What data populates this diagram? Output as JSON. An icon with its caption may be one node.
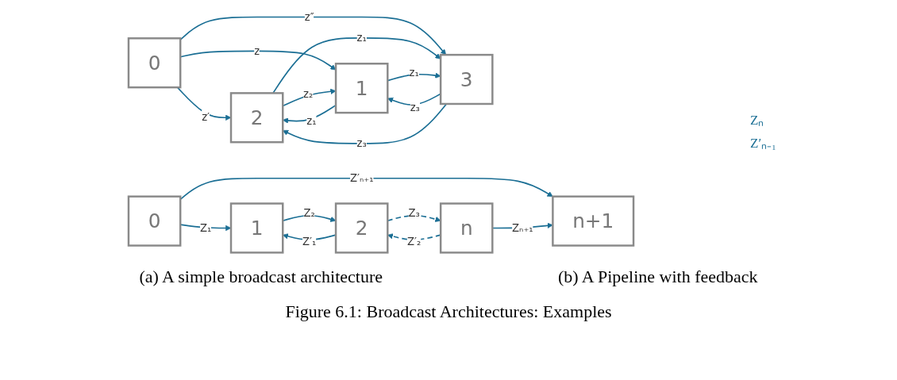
{
  "diagram": {
    "caption": "Figure 6.1: Broadcast Architectures: Examples",
    "nodes": [
      {
        "text": [
          "0"
        ]
      },
      {
        "text": [
          "1"
        ]
      },
      {
        "text": [
          "2"
        ]
      },
      {
        "text": [
          "3"
        ]
      },
      {
        "text": [
          "0"
        ]
      },
      {
        "text": [
          "1"
        ]
      },
      {
        "text": [
          "2"
        ]
      },
      {
        "text": [
          "n"
        ]
      },
      {
        "text": [
          "n+1"
        ]
      }
    ],
    "edges": [
      {
        "from": 0,
        "to": 2,
        "arrow": "to",
        "label": "z′"
      },
      {
        "from": 0,
        "to": 1,
        "arrow": "to",
        "label": "z"
      },
      {
        "from": 0,
        "to": 3,
        "arrow": "to",
        "label": "z″"
      },
      {
        "from": 1,
        "to": 2,
        "arrow": "to",
        "label": "z₁"
      },
      {
        "from": 2,
        "to": 1,
        "arrow": "to",
        "label": "z₂"
      },
      {
        "from": 2,
        "to": 3,
        "arrow": "to",
        "label": "z₁"
      },
      {
        "from": 1,
        "to": 3,
        "arrow": "to",
        "label": "z₁"
      },
      {
        "from": 3,
        "to": 1,
        "arrow": "to",
        "label": "z₃"
      },
      {
        "from": 3,
        "to": 2,
        "arrow": "to",
        "label": "z₃"
      },
      {
        "from": 4,
        "to": 5,
        "arrow": "to",
        "label": "Z₁"
      },
      {
        "from": 4,
        "to": 8,
        "arrow": "to",
        "label": "Z′ₙ₊₁"
      },
      {
        "from": 5,
        "to": 6,
        "arrow": "to",
        "label": "Z₂"
      },
      {
        "from": 6,
        "to": 5,
        "arrow": "to",
        "label": "Z′₁"
      },
      {
        "from": 6,
        "to": 7,
        "arrow": "to",
        "label": "Z₃",
        "style": "dashed"
      },
      {
        "from": 7,
        "to": 6,
        "arrow": "to",
        "label": "Z′₂",
        "style": "dashed"
      },
      {
        "from": 7,
        "to": 8,
        "arrow": "to",
        "label": "Zₙ₊₁"
      }
    ],
    "labels": [
      "Zₙ",
      "Z′ₙ₋₁",
      "(a) A simple broadcast architecture",
      "(b) A Pipeline with feedback"
    ]
  }
}
